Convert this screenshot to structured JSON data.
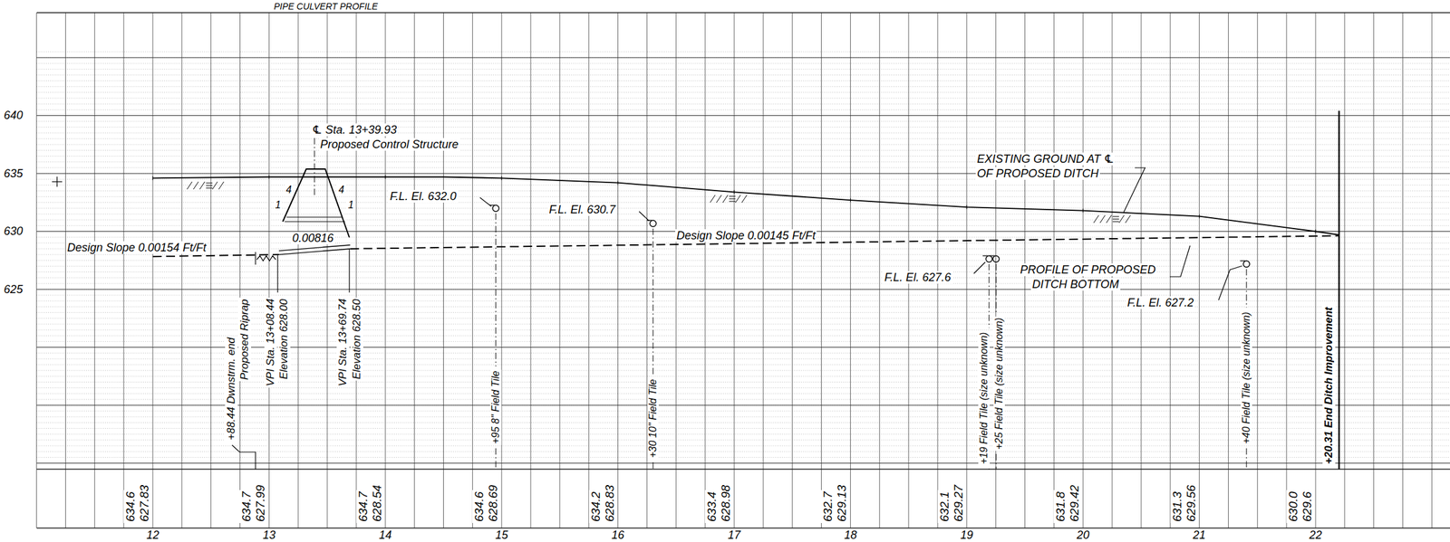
{
  "diagram": {
    "title": "PIPE CULVERT PROFILE",
    "labels": [
      "640",
      "635",
      "630",
      "625",
      "℄ Sta. 13+39.93",
      "Proposed Control Structure",
      "4",
      "1",
      "4",
      "1",
      "F.L. El. 632.0",
      "F.L. El. 630.7",
      "Design Slope 0.00154 Ft/Ft",
      "0.00816",
      "Design Slope 0.00145 Ft/Ft",
      "EXISTING GROUND AT ℄",
      "OF PROPOSED DITCH",
      "F.L. El. 627.6",
      "PROFILE OF PROPOSED",
      "DITCH BOTTOM",
      "F.L. El. 627.2",
      "+88.44 Dwnstrm. end",
      "Proposed Riprap",
      "VPI Sta. 13+08.44",
      "Elevation 628.00",
      "VPI Sta. 13+69.74",
      "Elevation 628.50",
      "+95 8\" Field Tile",
      "+30 10\" Field Tile",
      "+19 Field Tile (size unknown)",
      "+25 Field Tile (size unknown)",
      "+40 Field Tile (size unknown)",
      "+20.31 End Ditch Improvement",
      "634.6",
      "627.83",
      "634.7",
      "627.99",
      "634.7",
      "628.54",
      "634.6",
      "628.69",
      "634.2",
      "628.83",
      "633.4",
      "628.98",
      "632.7",
      "629.13",
      "632.1",
      "629.27",
      "631.8",
      "629.42",
      "631.3",
      "629.56",
      "630.0",
      "629.6",
      "12",
      "13",
      "14",
      "15",
      "16",
      "17",
      "18",
      "19",
      "20",
      "21",
      "22"
    ]
  }
}
